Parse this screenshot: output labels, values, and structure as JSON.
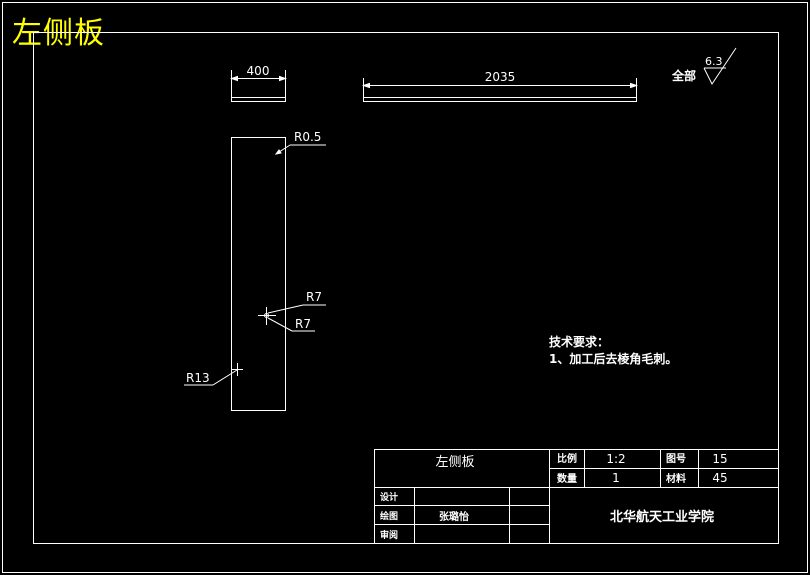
{
  "drawing_title": "左侧板",
  "dimensions": {
    "width": "400",
    "length": "2035",
    "r_corner": "R0.5",
    "r_hole_a": "R7",
    "r_hole_b": "R7",
    "r_side": "R13"
  },
  "surface_roughness": {
    "label": "全部",
    "value": "6.3"
  },
  "tech_requirements": {
    "heading": "技术要求：",
    "item1": "1、加工后去棱角毛刺。"
  },
  "title_block": {
    "part_name": "左侧板",
    "scale_label": "比例",
    "scale_value": "1:2",
    "drawing_no_label": "图号",
    "drawing_no_value": "15",
    "qty_label": "数量",
    "qty_value": "1",
    "material_label": "材料",
    "material_value": "45",
    "design_label": "设计",
    "draw_label": "绘图",
    "drafter_name": "张璐怡",
    "review_label": "审阅",
    "school": "北华航天工业学院"
  },
  "colors": {
    "background": "#000000",
    "lines": "#ffffff",
    "title": "#ffff00"
  }
}
